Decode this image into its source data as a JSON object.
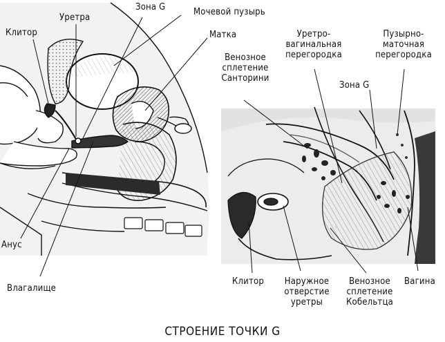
{
  "left_diagram": {
    "labels": {
      "clitoris": "Клитор",
      "urethra": "Уретра",
      "g_spot": "Зона G",
      "bladder": "Мочевой пузырь",
      "uterus": "Матка",
      "anus": "Анус",
      "vagina": "Влагалище"
    }
  },
  "right_diagram": {
    "labels": {
      "santorini_plexus": [
        "Венозное",
        "сплетение",
        "Санторини"
      ],
      "urethrovaginal_septum": [
        "Уретро-",
        "вагинальная",
        "перегородка"
      ],
      "vesicouterine_septum": [
        "Пузырно-",
        "маточная",
        "перегородка"
      ],
      "g_spot": "Зона G",
      "clitoris": "Клитор",
      "urethral_opening": [
        "Наружное",
        "отверстие",
        "уретры"
      ],
      "kobelt_plexus": [
        "Венозное",
        "сплетение",
        "Кобельтца"
      ],
      "vagina": "Вагина"
    }
  },
  "caption": "СТРОЕНИЕ ТОЧКИ G"
}
